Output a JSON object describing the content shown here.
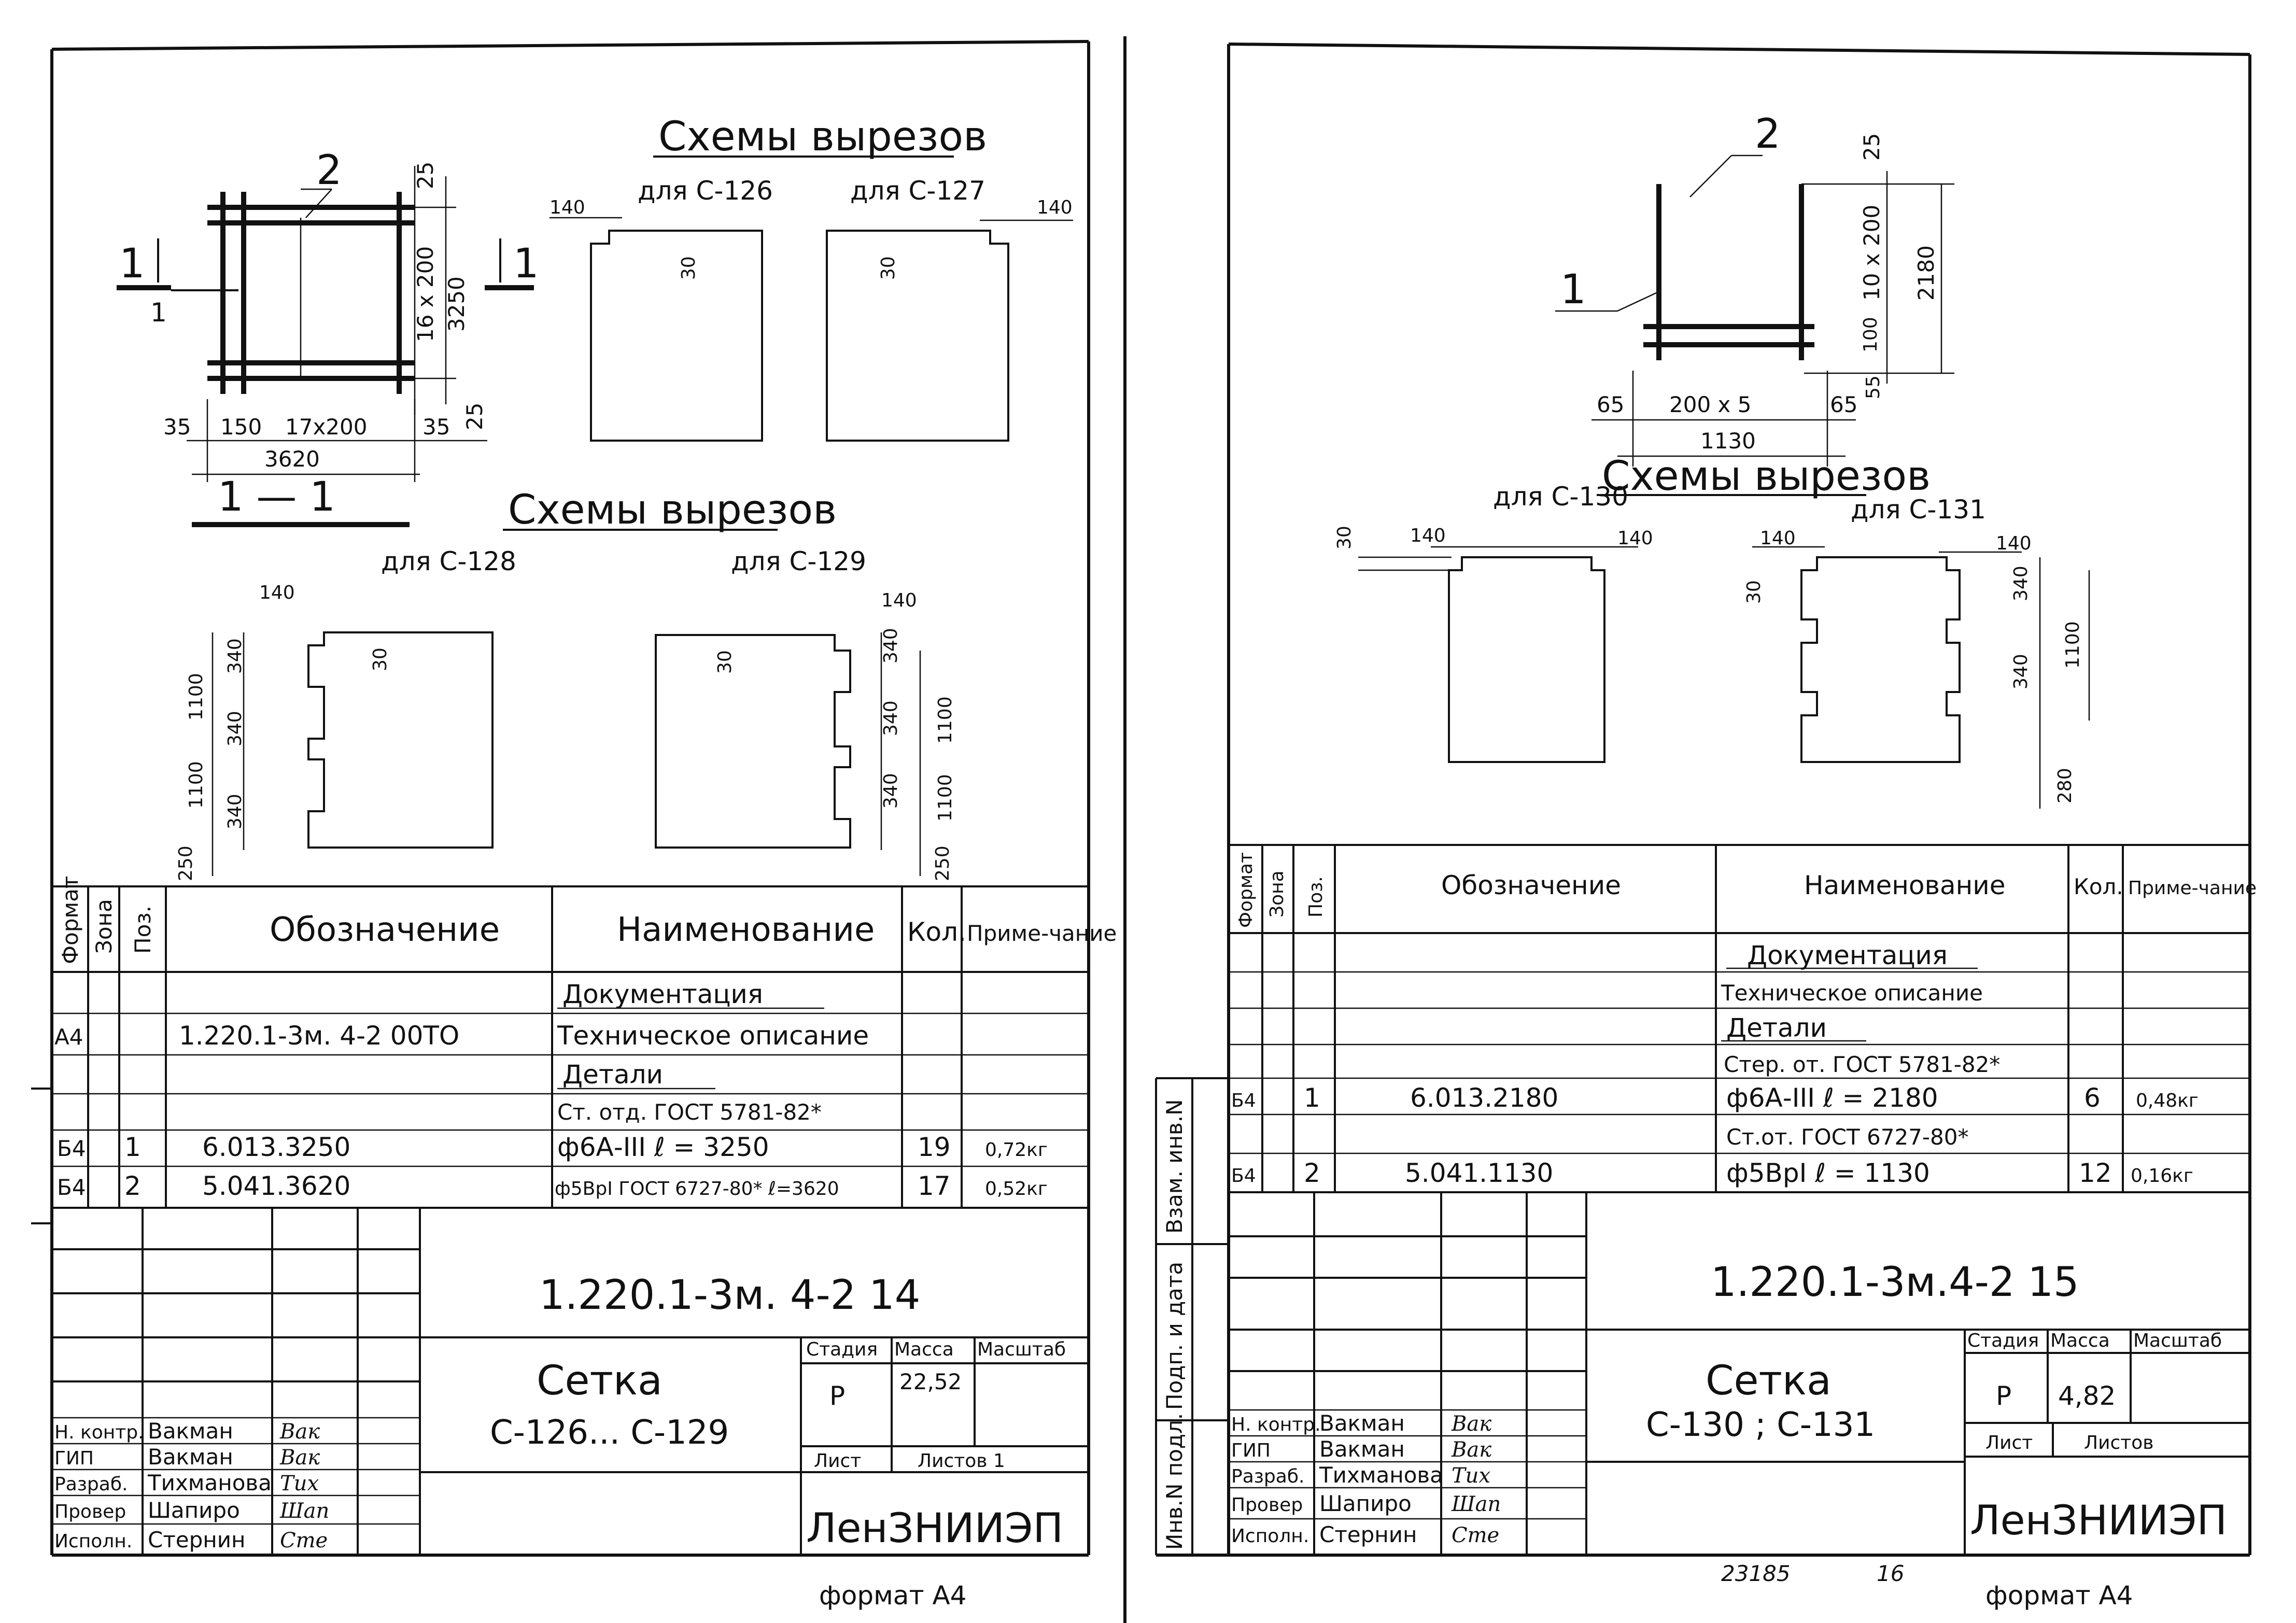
{
  "left": {
    "cuts_title_top": "Схемы вырезов",
    "cut_c126_label": "для С-126",
    "cut_c127_label": "для С-127",
    "cuts_title_mid": "Схемы вырезов",
    "cut_c128_label": "для С-128",
    "cut_c129_label": "для С-129",
    "mesh_dims": {
      "pos2": "2",
      "pos1": "1",
      "section_mark": "1",
      "top25": "25",
      "pitch_v": "16 x 200",
      "height": "3250",
      "bot25": "25",
      "l35": "35",
      "l150": "150",
      "pitch_h": "17x200",
      "r35": "35",
      "width": "3620",
      "section": "1 — 1"
    },
    "cut_dims": {
      "d140a": "140",
      "d30a": "30",
      "d30b": "30",
      "d140b": "140",
      "d140c": "140",
      "d30c": "30",
      "d340a": "340",
      "d1100a": "1100",
      "d340b": "340",
      "d1100b": "1100",
      "d340c": "340",
      "d250": "250",
      "d140d": "140",
      "d30d": "30",
      "d340d": "340",
      "d340e": "340",
      "d1100c": "1100",
      "d340f": "340",
      "d1100d": "1100",
      "d250b": "250"
    },
    "table": {
      "headers": {
        "format": "Формат",
        "zone": "Зона",
        "pos": "Поз.",
        "designation": "Обозначение",
        "name": "Наименование",
        "qty": "Кол.",
        "note": "Приме-чание"
      },
      "rows": [
        {
          "format": "",
          "zone": "",
          "pos": "",
          "designation": "",
          "name": "Документация",
          "qty": "",
          "note": ""
        },
        {
          "format": "А4",
          "zone": "",
          "pos": "",
          "designation": "1.220.1-3м. 4-2 00ТО",
          "name": "Техническое описание",
          "qty": "",
          "note": ""
        },
        {
          "format": "",
          "zone": "",
          "pos": "",
          "designation": "",
          "name": "Детали",
          "qty": "",
          "note": ""
        },
        {
          "format": "",
          "zone": "",
          "pos": "",
          "designation": "",
          "name": "Ст. отд. ГОСТ 5781-82*",
          "qty": "",
          "note": ""
        },
        {
          "format": "Б4",
          "zone": "",
          "pos": "1",
          "designation": "6.013.3250",
          "name": "ф6А-III  ℓ = 3250",
          "qty": "19",
          "note": "0,72кг"
        },
        {
          "format": "Б4",
          "zone": "",
          "pos": "2",
          "designation": "5.041.3620",
          "name": "ф5ВрI ГОСТ 6727-80* ℓ=3620",
          "qty": "17",
          "note": "0,52кг"
        }
      ]
    },
    "stamp": {
      "doc_code": "1.220.1-3м.  4-2  14",
      "title_line1": "Сетка",
      "title_line2": "С-126...  С-129",
      "stage_label": "Стадия",
      "mass_label": "Масса",
      "scale_label": "Масштаб",
      "stage": "Р",
      "mass": "22,52",
      "sheet_label": "Лист",
      "sheets_label": "Листов 1",
      "org": "ЛенЗНИИЭП",
      "people": [
        {
          "role": "Н. контр.",
          "name": "Вакман",
          "sign": "Вак"
        },
        {
          "role": "ГИП",
          "name": "Вакман",
          "sign": "Вак"
        },
        {
          "role": "Разраб.",
          "name": "Тихманова",
          "sign": "Тих"
        },
        {
          "role": "Провер",
          "name": "Шапиро",
          "sign": "Шап"
        },
        {
          "role": "Исполн.",
          "name": "Стернин",
          "sign": "Сте"
        }
      ]
    },
    "format": "формат А4"
  },
  "right": {
    "cuts_title": "Схемы вырезов",
    "cut_c130_label": "для С-130",
    "cut_c131_label": "для С-131",
    "mesh_dims": {
      "pos2": "2",
      "pos1": "1",
      "top25": "25",
      "pitch_v": "10 x 200",
      "height": "2180",
      "v100": "100",
      "bot55": "55",
      "l65": "65",
      "pitch_h": "200 x 5",
      "r65": "65",
      "width": "1130"
    },
    "cut_dims": {
      "d30a": "30",
      "d140a": "140",
      "d140b": "140",
      "d140c": "140",
      "d140d": "140",
      "d30b": "30",
      "d340a": "340",
      "d1100a": "1100",
      "d340b": "340",
      "d280": "280"
    },
    "side_labels": {
      "inv_ref": "Взам. инв.N",
      "sign_date": "Подп. и дата",
      "inv_orig": "Инв.N подл."
    },
    "table": {
      "headers": {
        "format": "Формат",
        "zone": "Зона",
        "pos": "Поз.",
        "designation": "Обозначение",
        "name": "Наименование",
        "qty": "Кол.",
        "note": "Приме-чание"
      },
      "rows": [
        {
          "format": "",
          "zone": "",
          "pos": "",
          "designation": "",
          "name": "Документация",
          "qty": "",
          "note": ""
        },
        {
          "format": "",
          "zone": "",
          "pos": "",
          "designation": "",
          "name": "Техническое описание",
          "qty": "",
          "note": ""
        },
        {
          "format": "",
          "zone": "",
          "pos": "",
          "designation": "",
          "name": "Детали",
          "qty": "",
          "note": ""
        },
        {
          "format": "",
          "zone": "",
          "pos": "",
          "designation": "",
          "name": "Стер. от. ГОСТ 5781-82*",
          "qty": "",
          "note": ""
        },
        {
          "format": "Б4",
          "zone": "",
          "pos": "1",
          "designation": "6.013.2180",
          "name": "ф6А-III  ℓ = 2180",
          "qty": "6",
          "note": "0,48кг"
        },
        {
          "format": "",
          "zone": "",
          "pos": "",
          "designation": "",
          "name": "Ст.от. ГОСТ 6727-80*",
          "qty": "",
          "note": ""
        },
        {
          "format": "Б4",
          "zone": "",
          "pos": "2",
          "designation": "5.041.1130",
          "name": "ф5ВрI    ℓ = 1130",
          "qty": "12",
          "note": "0,16кг"
        }
      ]
    },
    "stamp": {
      "doc_code": "1.220.1-3м.4-2     15",
      "title_line1": "Сетка",
      "title_line2": "С-130 ; С-131",
      "stage_label": "Стадия",
      "mass_label": "Масса",
      "scale_label": "Масштаб",
      "stage": "Р",
      "mass": "4,82",
      "sheet_label": "Лист",
      "sheets_label": "Листов",
      "org": "ЛенЗНИИЭП",
      "people": [
        {
          "role": "Н. контр.",
          "name": "Вакман",
          "sign": "Вак"
        },
        {
          "role": "ГИП",
          "name": "Вакман",
          "sign": "Вак"
        },
        {
          "role": "Разраб.",
          "name": "Тихманова",
          "sign": "Тих"
        },
        {
          "role": "Провер",
          "name": "Шапиро",
          "sign": "Шап"
        },
        {
          "role": "Исполн.",
          "name": "Стернин",
          "sign": "Сте"
        }
      ]
    },
    "bottom_num1": "23185",
    "bottom_num2": "16",
    "format": "формат А4"
  }
}
